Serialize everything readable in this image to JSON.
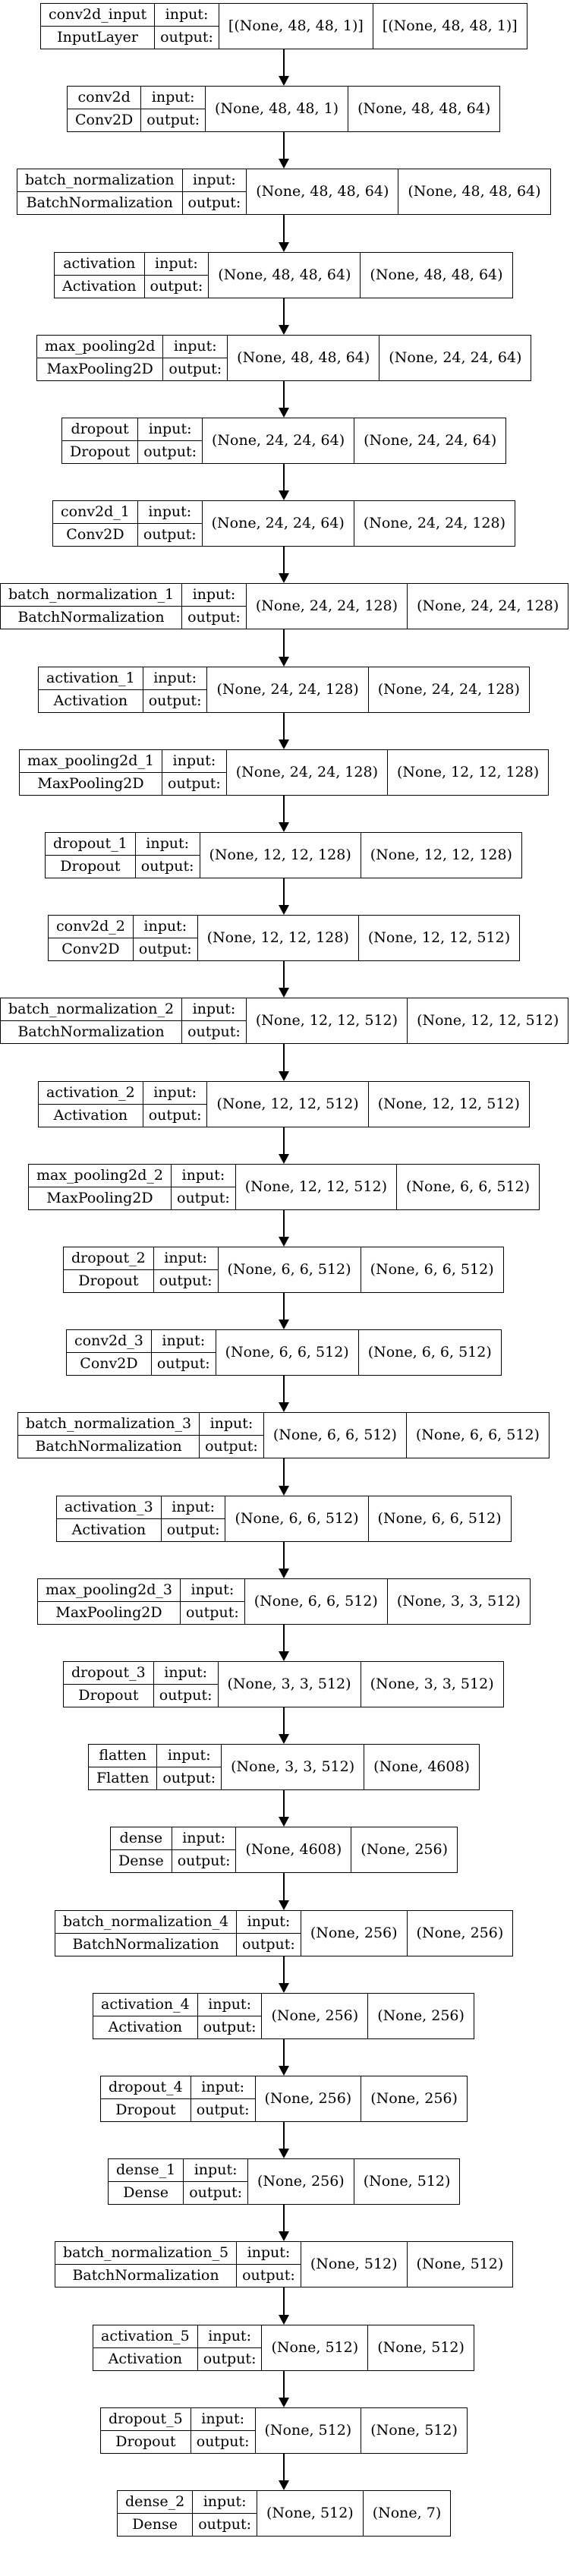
{
  "io_labels": {
    "input": "input:",
    "output": "output:"
  },
  "layers": [
    {
      "name": "conv2d_input",
      "type": "InputLayer",
      "input_shape": "[(None, 48, 48, 1)]",
      "output_shape": "[(None, 48, 48, 1)]"
    },
    {
      "name": "conv2d",
      "type": "Conv2D",
      "input_shape": "(None, 48, 48, 1)",
      "output_shape": "(None, 48, 48, 64)"
    },
    {
      "name": "batch_normalization",
      "type": "BatchNormalization",
      "input_shape": "(None, 48, 48, 64)",
      "output_shape": "(None, 48, 48, 64)"
    },
    {
      "name": "activation",
      "type": "Activation",
      "input_shape": "(None, 48, 48, 64)",
      "output_shape": "(None, 48, 48, 64)"
    },
    {
      "name": "max_pooling2d",
      "type": "MaxPooling2D",
      "input_shape": "(None, 48, 48, 64)",
      "output_shape": "(None, 24, 24, 64)"
    },
    {
      "name": "dropout",
      "type": "Dropout",
      "input_shape": "(None, 24, 24, 64)",
      "output_shape": "(None, 24, 24, 64)"
    },
    {
      "name": "conv2d_1",
      "type": "Conv2D",
      "input_shape": "(None, 24, 24, 64)",
      "output_shape": "(None, 24, 24, 128)"
    },
    {
      "name": "batch_normalization_1",
      "type": "BatchNormalization",
      "input_shape": "(None, 24, 24, 128)",
      "output_shape": "(None, 24, 24, 128)"
    },
    {
      "name": "activation_1",
      "type": "Activation",
      "input_shape": "(None, 24, 24, 128)",
      "output_shape": "(None, 24, 24, 128)"
    },
    {
      "name": "max_pooling2d_1",
      "type": "MaxPooling2D",
      "input_shape": "(None, 24, 24, 128)",
      "output_shape": "(None, 12, 12, 128)"
    },
    {
      "name": "dropout_1",
      "type": "Dropout",
      "input_shape": "(None, 12, 12, 128)",
      "output_shape": "(None, 12, 12, 128)"
    },
    {
      "name": "conv2d_2",
      "type": "Conv2D",
      "input_shape": "(None, 12, 12, 128)",
      "output_shape": "(None, 12, 12, 512)"
    },
    {
      "name": "batch_normalization_2",
      "type": "BatchNormalization",
      "input_shape": "(None, 12, 12, 512)",
      "output_shape": "(None, 12, 12, 512)"
    },
    {
      "name": "activation_2",
      "type": "Activation",
      "input_shape": "(None, 12, 12, 512)",
      "output_shape": "(None, 12, 12, 512)"
    },
    {
      "name": "max_pooling2d_2",
      "type": "MaxPooling2D",
      "input_shape": "(None, 12, 12, 512)",
      "output_shape": "(None, 6, 6, 512)"
    },
    {
      "name": "dropout_2",
      "type": "Dropout",
      "input_shape": "(None, 6, 6, 512)",
      "output_shape": "(None, 6, 6, 512)"
    },
    {
      "name": "conv2d_3",
      "type": "Conv2D",
      "input_shape": "(None, 6, 6, 512)",
      "output_shape": "(None, 6, 6, 512)"
    },
    {
      "name": "batch_normalization_3",
      "type": "BatchNormalization",
      "input_shape": "(None, 6, 6, 512)",
      "output_shape": "(None, 6, 6, 512)"
    },
    {
      "name": "activation_3",
      "type": "Activation",
      "input_shape": "(None, 6, 6, 512)",
      "output_shape": "(None, 6, 6, 512)"
    },
    {
      "name": "max_pooling2d_3",
      "type": "MaxPooling2D",
      "input_shape": "(None, 6, 6, 512)",
      "output_shape": "(None, 3, 3, 512)"
    },
    {
      "name": "dropout_3",
      "type": "Dropout",
      "input_shape": "(None, 3, 3, 512)",
      "output_shape": "(None, 3, 3, 512)"
    },
    {
      "name": "flatten",
      "type": "Flatten",
      "input_shape": "(None, 3, 3, 512)",
      "output_shape": "(None, 4608)"
    },
    {
      "name": "dense",
      "type": "Dense",
      "input_shape": "(None, 4608)",
      "output_shape": "(None, 256)"
    },
    {
      "name": "batch_normalization_4",
      "type": "BatchNormalization",
      "input_shape": "(None, 256)",
      "output_shape": "(None, 256)"
    },
    {
      "name": "activation_4",
      "type": "Activation",
      "input_shape": "(None, 256)",
      "output_shape": "(None, 256)"
    },
    {
      "name": "dropout_4",
      "type": "Dropout",
      "input_shape": "(None, 256)",
      "output_shape": "(None, 256)"
    },
    {
      "name": "dense_1",
      "type": "Dense",
      "input_shape": "(None, 256)",
      "output_shape": "(None, 512)"
    },
    {
      "name": "batch_normalization_5",
      "type": "BatchNormalization",
      "input_shape": "(None, 512)",
      "output_shape": "(None, 512)"
    },
    {
      "name": "activation_5",
      "type": "Activation",
      "input_shape": "(None, 512)",
      "output_shape": "(None, 512)"
    },
    {
      "name": "dropout_5",
      "type": "Dropout",
      "input_shape": "(None, 512)",
      "output_shape": "(None, 512)"
    },
    {
      "name": "dense_2",
      "type": "Dense",
      "input_shape": "(None, 512)",
      "output_shape": "(None, 7)"
    }
  ]
}
